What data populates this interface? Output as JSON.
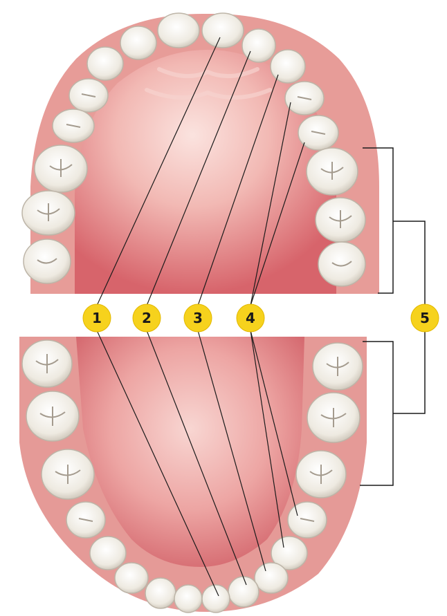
{
  "colors": {
    "gum": "#e59a97",
    "gum_light": "#f3c4bf",
    "palate": "#f1b2ad",
    "palate_deep": "#d9565f",
    "tooth": "#f4f1ea",
    "tooth_shadow": "#c9c2b6",
    "badge_fill": "#f6d21d",
    "leader_line": "#1a1a1a"
  },
  "labels": [
    {
      "id": "1",
      "text": "1"
    },
    {
      "id": "2",
      "text": "2"
    },
    {
      "id": "3",
      "text": "3"
    },
    {
      "id": "4",
      "text": "4"
    },
    {
      "id": "5",
      "text": "5"
    }
  ]
}
